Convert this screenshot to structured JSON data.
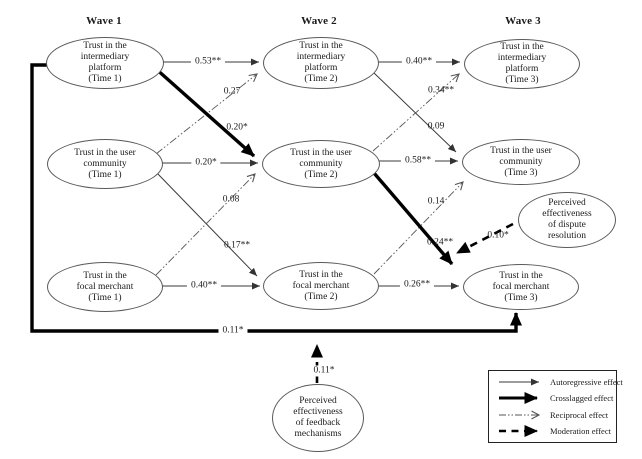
{
  "figure": {
    "headers": {
      "wave1": "Wave 1",
      "wave2": "Wave 2",
      "wave3": "Wave 3"
    },
    "nodes": {
      "platform_t1": [
        "Trust in the",
        "intermediary",
        "platform",
        "(Time 1)"
      ],
      "platform_t2": [
        "Trust in the",
        "intermediary",
        "platform",
        "(Time 2)"
      ],
      "platform_t3": [
        "Trust in the",
        "intermediary",
        "platform",
        "(Time 3)"
      ],
      "community_t1": [
        "Trust in the user",
        "community",
        "(Time 1)"
      ],
      "community_t2": [
        "Trust in the user",
        "community",
        "(Time 2)"
      ],
      "community_t3": [
        "Trust in the user",
        "community",
        "(Time 3)"
      ],
      "merchant_t1": [
        "Trust in the",
        "focal merchant",
        "(Time 1)"
      ],
      "merchant_t2": [
        "Trust in the",
        "focal merchant",
        "(Time 2)"
      ],
      "merchant_t3": [
        "Trust in the",
        "focal merchant",
        "(Time 3)"
      ],
      "dispute_resolution": [
        "Perceived",
        "effectiveness",
        "of dispute",
        "resolution"
      ],
      "feedback_mechanisms": [
        "Perceived",
        "effectiveness",
        "of feedback",
        "mechanisms"
      ]
    },
    "coefficients": {
      "platform_t1_t2": "0.53**",
      "community_t1_platform_t2": "0.27",
      "platform_t1_community_t2": "0.20*",
      "community_t1_t2": "0.20*",
      "merchant_t1_community_t2": "0.08",
      "community_t1_merchant_t2": "0.17**",
      "merchant_t1_t2": "0.40**",
      "platform_t2_t3": "0.40**",
      "community_t2_platform_t3": "0.34**",
      "platform_t2_community_t3": "0.09",
      "community_t2_t3": "0.58**",
      "merchant_t2_community_t3": "0.14",
      "community_t2_merchant_t3": "0.24**",
      "dispute_moderation": "0.10*",
      "merchant_t2_t3": "0.26**",
      "platform_t1_merchant_t3": "0.11*",
      "feedback_moderation": "0.11*"
    },
    "legend": {
      "items": [
        {
          "label": "Autoregressive effect"
        },
        {
          "label": "Crosslagged effect"
        },
        {
          "label": "Reciprocal effect"
        },
        {
          "label": "Moderation effect"
        }
      ]
    }
  }
}
